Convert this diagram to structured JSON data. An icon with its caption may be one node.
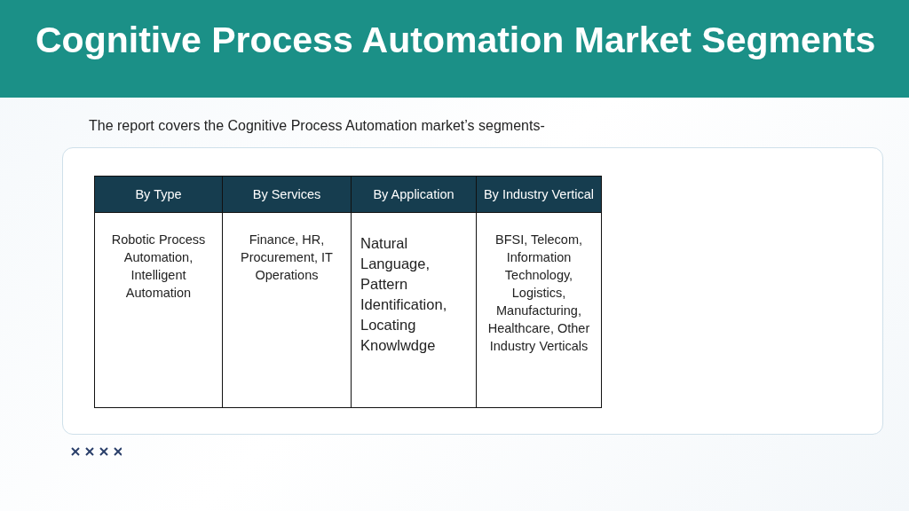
{
  "diagram": {
    "title": "Cognitive Process Automation Market Segments",
    "labels": [
      "The report covers the Cognitive Process Automation market’s segments-",
      "By Type",
      "By Services",
      "By Application",
      "By Industry Vertical",
      "Robotic Process Automation, Intelligent Automation",
      "Finance, HR, Procurement, IT Operations",
      "Natural Language, Pattern Identification, Locating Knowlwdge",
      "BFSI, Telecom, Information Technology, Logistics, Manufacturing, Healthcare, Other Industry Verticals"
    ]
  }
}
